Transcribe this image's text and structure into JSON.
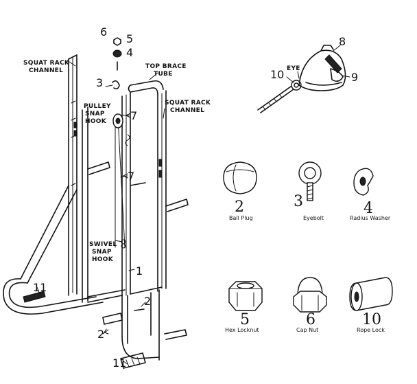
{
  "callouts": {
    "squat_rack_channel_left": [
      "SQUAT RACK",
      "CHANNEL"
    ],
    "top_brace_tube": [
      "TOP BRACE",
      "TUBE"
    ],
    "squat_rack_channel_right": [
      "SQUAT RACK",
      "CHANNEL"
    ],
    "pulley_snap_hook": [
      "PULLEY",
      "SNAP",
      "HOOK"
    ],
    "swivel_snap_hook": [
      "SWIVEL",
      "SNAP",
      "HOOK"
    ],
    "eye": "EYE"
  },
  "part_numbers": {
    "n6": "6",
    "n5": "5",
    "n4": "4",
    "n3": "3",
    "n7a": "7",
    "n7b": "7",
    "n1": "1",
    "n2a": "2",
    "n2b": "2",
    "n11a": "11",
    "n11b": "11",
    "n8": "8",
    "n9": "9",
    "n10": "10"
  },
  "legend": [
    {
      "number": "2",
      "caption": "Ball Plug",
      "icon": "ball-plug"
    },
    {
      "number": "3",
      "caption": "Eyebolt",
      "icon": "eyebolt"
    },
    {
      "number": "4",
      "caption": "Radius Washer",
      "icon": "radius-washer"
    },
    {
      "number": "5",
      "caption": "Hex Locknut",
      "icon": "hex-locknut"
    },
    {
      "number": "6",
      "caption": "Cap Nut",
      "icon": "cap-nut"
    },
    {
      "number": "10",
      "caption": "Rope Lock",
      "icon": "rope-lock"
    }
  ]
}
